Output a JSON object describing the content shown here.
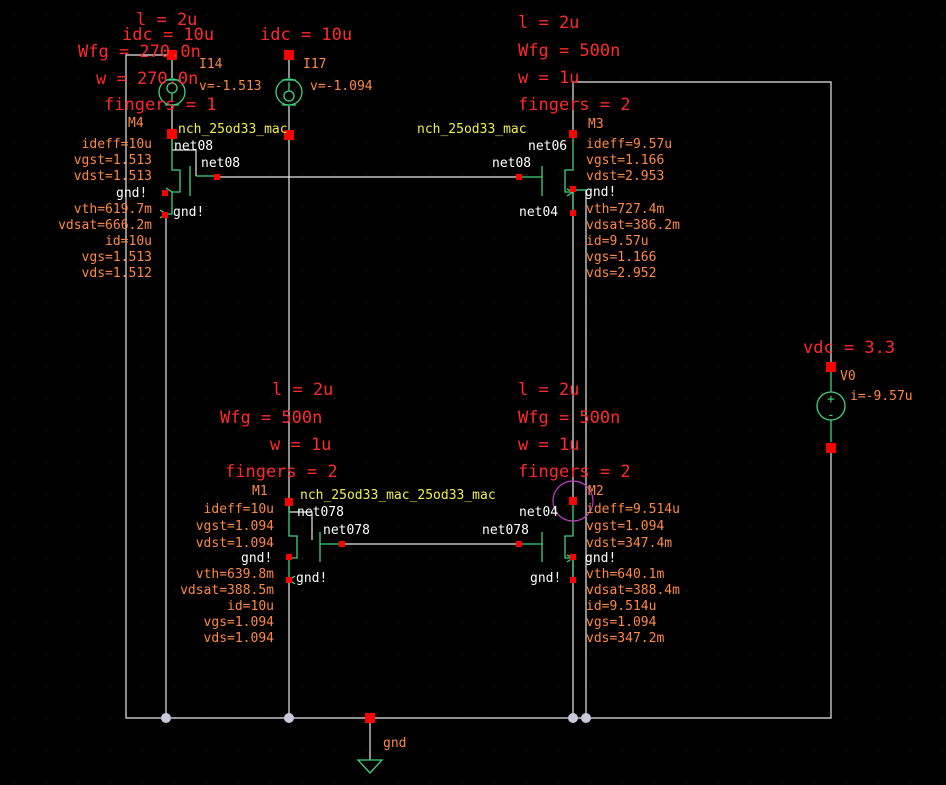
{
  "colors": {
    "background": "#000000",
    "wire": "#e8e8e8",
    "symbol": "#3fd47a",
    "pin": "#ff0000",
    "param": "#ff2a2a",
    "annotation": "#ff8844",
    "netname": "#ffffff",
    "cellname": "#f0f04a",
    "highlight": "#c040c0"
  },
  "sources": {
    "I14": {
      "name": "I14",
      "idc": "idc = 10u",
      "v": "v=-1.513"
    },
    "I17": {
      "name": "I17",
      "idc": "idc = 10u",
      "v": "v=-1.094"
    },
    "V0": {
      "name": "V0",
      "vdc": "vdc = 3.3",
      "i": "i=-9.57u",
      "plus": "+",
      "minus": "-"
    }
  },
  "devices": {
    "M4": {
      "name": "M4",
      "params": [
        "l = 2u",
        "Wfg = 270.0n",
        "w = 270.0n",
        "fingers = 1"
      ],
      "cell": "nch_25od33_mac",
      "annot": [
        "ideff=10u",
        "vgst=1.513",
        "vdst=1.513",
        "vth=619.7m",
        "vdsat=666.2m",
        "id=10u",
        "vgs=1.513",
        "vds=1.512"
      ],
      "nets": [
        "net08",
        "net08",
        "gnd!",
        "gnd!"
      ]
    },
    "M3": {
      "name": "M3",
      "params": [
        "l = 2u",
        "Wfg = 500n",
        "w = 1u",
        "fingers = 2"
      ],
      "cell": "nch_25od33_mac",
      "annot": [
        "ideff=9.57u",
        "vgst=1.166",
        "vdst=2.953",
        "vth=727.4m",
        "vdsat=386.2m",
        "id=9.57u",
        "vgs=1.166",
        "vds=2.952"
      ],
      "nets": [
        "net06",
        "net08",
        "gnd!",
        "net04"
      ]
    },
    "M1": {
      "name": "M1",
      "params": [
        "l = 2u",
        "Wfg = 500n",
        "w = 1u",
        "fingers = 2"
      ],
      "cell": "nch_25od33_mac_25od33_mac",
      "annot": [
        "ideff=10u",
        "vgst=1.094",
        "vdst=1.094",
        "vth=639.8m",
        "vdsat=388.5m",
        "id=10u",
        "vgs=1.094",
        "vds=1.094"
      ],
      "nets": [
        "net078",
        "net078",
        "gnd!",
        "gnd!"
      ]
    },
    "M2": {
      "name": "M2",
      "params": [
        "l = 2u",
        "Wfg = 500n",
        "w = 1u",
        "fingers = 2"
      ],
      "annot": [
        "ideff=9.514u",
        "vgst=1.094",
        "vdst=347.4m",
        "vth=640.1m",
        "vdsat=388.4m",
        "id=9.514u",
        "vgs=1.094",
        "vds=347.2m"
      ],
      "nets": [
        "net04",
        "net078",
        "gnd!",
        "gnd!"
      ]
    }
  },
  "ground": {
    "label": "gnd"
  }
}
